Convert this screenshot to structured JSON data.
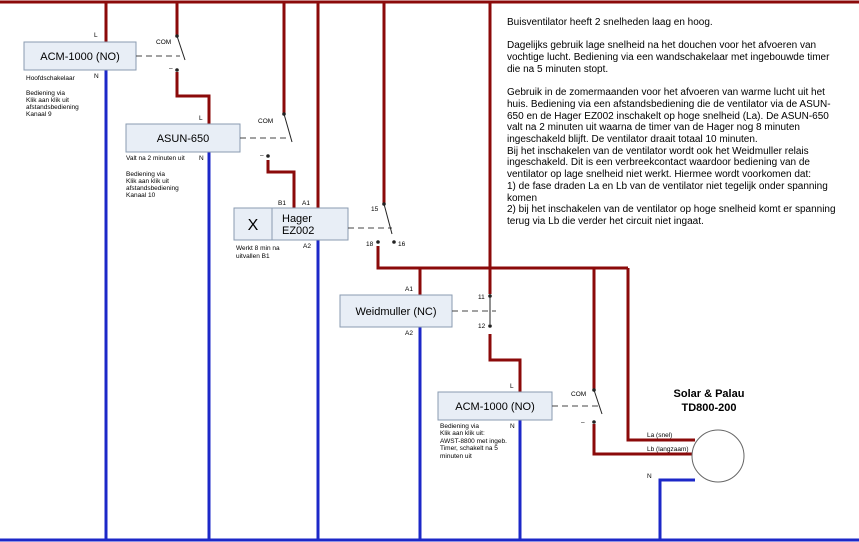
{
  "description": {
    "p1": "Buisventilator heeft 2 snelheden laag en hoog.",
    "p2": "Dagelijks gebruik lage snelheid na het douchen voor het afvoeren van vochtige lucht. Bediening via een wandschakelaar met ingebouwde timer die na 5 minuten stopt.",
    "p3": "Gebruik in de zomermaanden voor het afvoeren van warme lucht uit het huis. Bediening via een afstandsbediening die de ventilator via de ASUN-650 en de Hager EZ002 inschakelt op hoge snelheid (La). De ASUN-650 valt na 2 minuten uit waarna de timer van de Hager nog 8 minuten ingeschakeld blijft. De ventilator draait totaal 10 minuten.",
    "p4": "Bij het inschakelen van de ventilator wordt ook het Weidmuller relais ingeschakeld. Dit is een verbreekcontact waardoor bediening van de ventilator op lage snelheid niet werkt. Hiermee wordt voorkomen dat:",
    "p5": "1) de fase draden La en Lb van de ventilator niet tegelijk onder spanning komen",
    "p6": "2) bij het inschakelen van de ventilator op hoge snelheid komt er spanning terug via Lb die verder het circuit niet ingaat."
  },
  "acm1": {
    "label": "ACM-1000 (NO)",
    "pin_l": "L",
    "pin_n": "N",
    "com": "COM",
    "minus": "–",
    "note1": "Hoofdschakelaar",
    "note2": [
      "Bediening via",
      "Klik aan klik uit",
      "afstandsbediening",
      "Kanaal 9"
    ]
  },
  "asun": {
    "label": "ASUN-650",
    "pin_l": "L",
    "pin_n": "N",
    "com": "COM",
    "minus": "–",
    "note1": "Valt na 2 minuten uit",
    "note2": [
      "Bediening via",
      "Klik aan klik uit",
      "afstandsbediening",
      "Kanaal 10"
    ]
  },
  "hager": {
    "x": "X",
    "label1": "Hager",
    "label2": "EZ002",
    "pin_b1": "B1",
    "pin_a1": "A1",
    "pin_a2": "A2",
    "note": [
      "Werkt 8 min na",
      "uitvallen B1"
    ],
    "pin15": "15",
    "pin16": "16",
    "pin18": "18"
  },
  "weidmuller": {
    "label": "Weidmuller (NC)",
    "pin_a1": "A1",
    "pin_a2": "A2",
    "pin11": "11",
    "pin12": "12"
  },
  "acm2": {
    "label": "ACM-1000 (NO)",
    "pin_l": "L",
    "pin_n": "N",
    "com": "COM",
    "minus": "–",
    "note": [
      "Bediening via",
      "Klik aan klik uit:",
      "AWST-8800 met ingeb.",
      "Timer, schakelt na 5",
      "minuten uit"
    ]
  },
  "fan": {
    "title1": "Solar & Palau",
    "title2": "TD800-200",
    "la": "La (snel)",
    "lb": "Lb (langzaam)",
    "n": "N"
  }
}
